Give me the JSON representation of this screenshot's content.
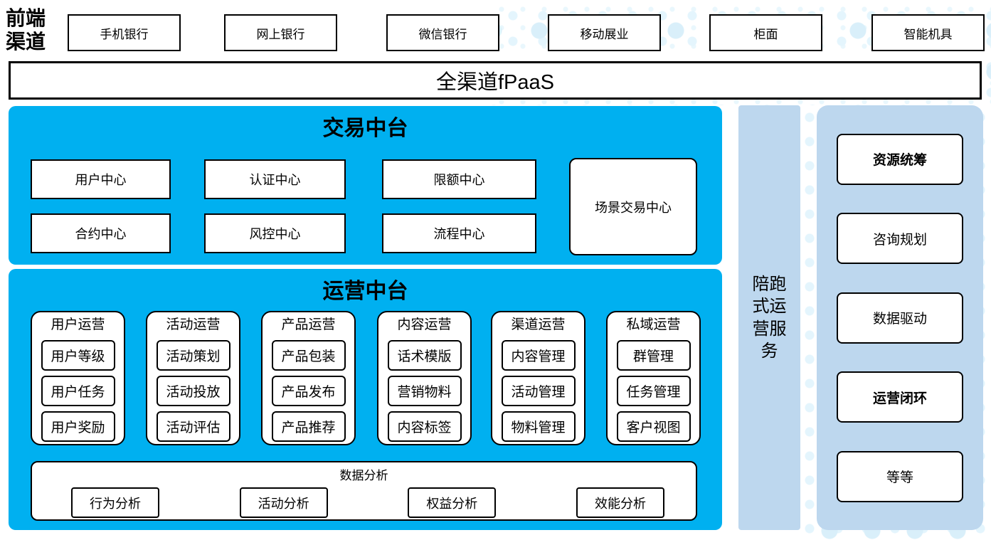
{
  "colors": {
    "bright_blue": "#00b0f0",
    "light_blue": "#bdd7ee",
    "dot_blue": "#d9effa",
    "border_black": "#000000"
  },
  "front_channels": {
    "label": "前端渠道",
    "items": [
      "手机银行",
      "网上银行",
      "微信银行",
      "移动展业",
      "柜面",
      "智能机具"
    ]
  },
  "fpaas": {
    "label": "全渠道fPaaS"
  },
  "trade_platform": {
    "title": "交易中台",
    "centers": [
      "用户中心",
      "认证中心",
      "限额中心",
      "合约中心",
      "风控中心",
      "流程中心"
    ],
    "scene_center": "场景交易中心"
  },
  "ops_platform": {
    "title": "运营中台",
    "groups": [
      {
        "title": "用户运营",
        "items": [
          "用户等级",
          "用户任务",
          "用户奖励"
        ]
      },
      {
        "title": "活动运营",
        "items": [
          "活动策划",
          "活动投放",
          "活动评估"
        ]
      },
      {
        "title": "产品运营",
        "items": [
          "产品包装",
          "产品发布",
          "产品推荐"
        ]
      },
      {
        "title": "内容运营",
        "items": [
          "话术模版",
          "营销物料",
          "内容标签"
        ]
      },
      {
        "title": "渠道运营",
        "items": [
          "内容管理",
          "活动管理",
          "物料管理"
        ]
      },
      {
        "title": "私域运营",
        "items": [
          "群管理",
          "任务管理",
          "客户视图"
        ]
      }
    ],
    "analysis": {
      "title": "数据分析",
      "items": [
        "行为分析",
        "活动分析",
        "权益分析",
        "效能分析"
      ]
    }
  },
  "side_service": {
    "label": "陪跑式运营服务"
  },
  "right_panel": {
    "items": [
      {
        "label": "资源统筹",
        "bold": true
      },
      {
        "label": "咨询规划",
        "bold": false
      },
      {
        "label": "数据驱动",
        "bold": false
      },
      {
        "label": "运营闭环",
        "bold": true
      },
      {
        "label": "等等",
        "bold": false
      }
    ]
  }
}
